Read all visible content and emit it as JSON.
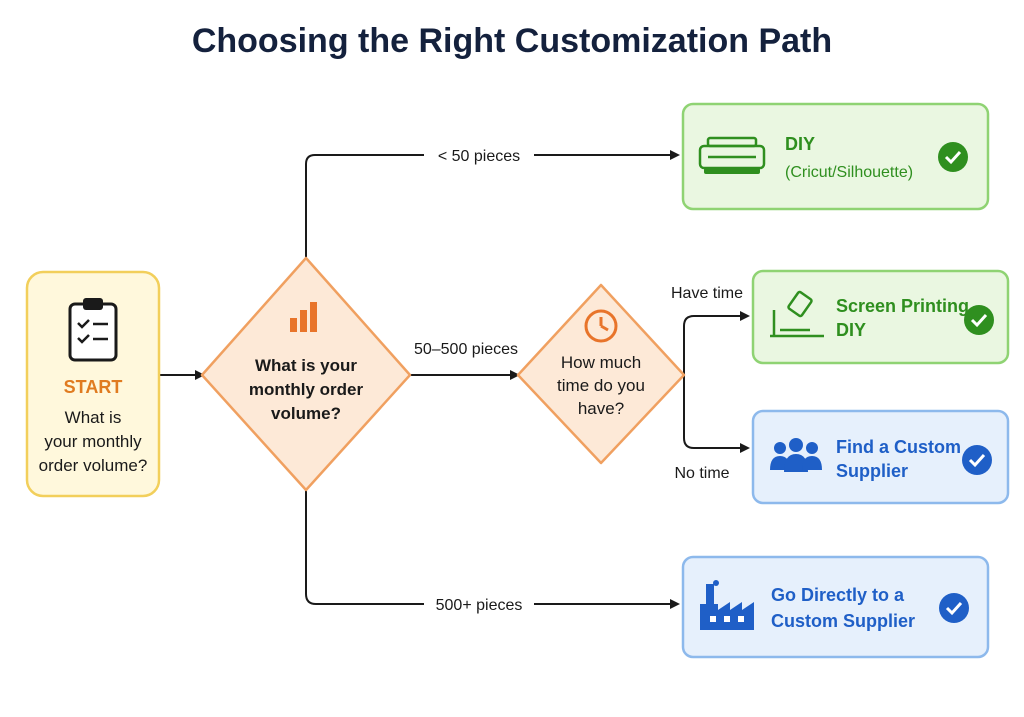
{
  "title": "Choosing the Right Customization Path",
  "start": {
    "label": "START",
    "line1": "What is",
    "line2": "your monthly",
    "line3": "order volume?"
  },
  "decision1": {
    "line1": "What is your",
    "line2": "monthly order",
    "line3": "volume?"
  },
  "decision2": {
    "line1": "How much",
    "line2": "time do you",
    "line3": "have?"
  },
  "edges": {
    "lt50": "< 50 pieces",
    "mid": "50–500 pieces",
    "gt500": "500+ pieces",
    "have_time": "Have time",
    "no_time": "No time"
  },
  "outcomes": {
    "diy": {
      "title": "DIY",
      "sub": "(Cricut/Silhouette)"
    },
    "screen": {
      "line1": "Screen Printing",
      "line2": "DIY"
    },
    "supplier": {
      "line1": "Find a Custom",
      "line2": "Supplier"
    },
    "direct": {
      "line1": "Go Directly to a",
      "line2": "Custom Supplier"
    }
  },
  "icons": {
    "start": "clipboard-checklist-icon",
    "decision1": "bar-chart-icon",
    "decision2": "clock-icon",
    "diy": "cutting-machine-icon",
    "screen": "screen-print-icon",
    "supplier": "people-group-icon",
    "direct": "factory-icon",
    "check": "check-circle-icon"
  },
  "colors": {
    "title": "#14213d",
    "start_fill": "#fff8dc",
    "start_stroke": "#f2cf5b",
    "start_label": "#e07b20",
    "decision_fill": "#fde9d7",
    "decision_stroke": "#f0a060",
    "decision_icon": "#e8742a",
    "green_fill": "#eaf7e1",
    "green_stroke": "#8fd373",
    "green_text": "#2f8f1f",
    "blue_fill": "#e6f0fc",
    "blue_stroke": "#8db9ec",
    "blue_text": "#1f5fc7",
    "arrow": "#1a1a1a"
  }
}
